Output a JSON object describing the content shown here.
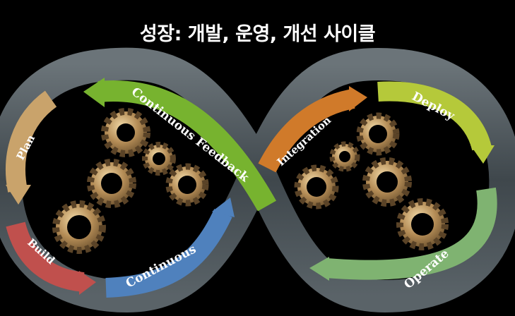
{
  "title": "성장: 개발, 운영, 개선 사이클",
  "stages": {
    "plan": "Plan",
    "build": "Build",
    "continuous": "Continuous",
    "continuous_feedback": "Continuous Feedback",
    "integration": "Integration",
    "deploy": "Deploy",
    "operate": "Operate"
  },
  "colors": {
    "plan": "#c9a36b",
    "build": "#c0504d",
    "continuous": "#4f81bd",
    "feedback": "#77b32f",
    "integration": "#d07a2a",
    "deploy": "#b5c93a",
    "operate": "#7fb371",
    "loop": "#4b5358",
    "gear": "#b08a55"
  },
  "icons": [
    "gear-icon"
  ]
}
